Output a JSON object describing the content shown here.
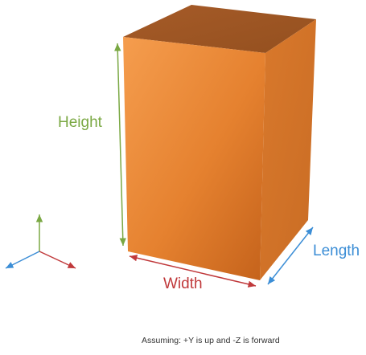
{
  "labels": {
    "height": "Height",
    "width": "Width",
    "length": "Length"
  },
  "caption": "Assuming: +Y is up and -Z is forward",
  "colors": {
    "height": "#7aa843",
    "width": "#c0393b",
    "length": "#3c8ed6",
    "box_front_light": "#f39b4c",
    "box_front_dark": "#c8641c",
    "box_side": "#d1742a",
    "box_top": "#a55e2c"
  },
  "axes_gizmo": {
    "up": "+Y",
    "forward": "-Z"
  }
}
